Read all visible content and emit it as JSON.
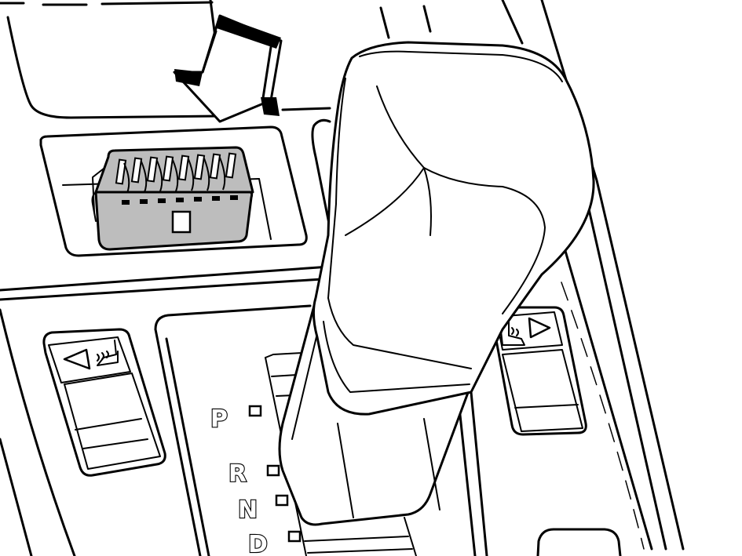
{
  "colors": {
    "line": "#000000",
    "background": "#ffffff",
    "connector_fill": "#bdbdbd"
  },
  "gear_positions": [
    "P",
    "R",
    "N",
    "D"
  ],
  "icons": {
    "callout_arrow": "down-arrow-icon",
    "seat_heater_left": "seat-heater-icon",
    "seat_heater_right": "seat-heater-icon",
    "left_triangle": "triangle-left-icon",
    "right_triangle": "triangle-right-icon"
  }
}
